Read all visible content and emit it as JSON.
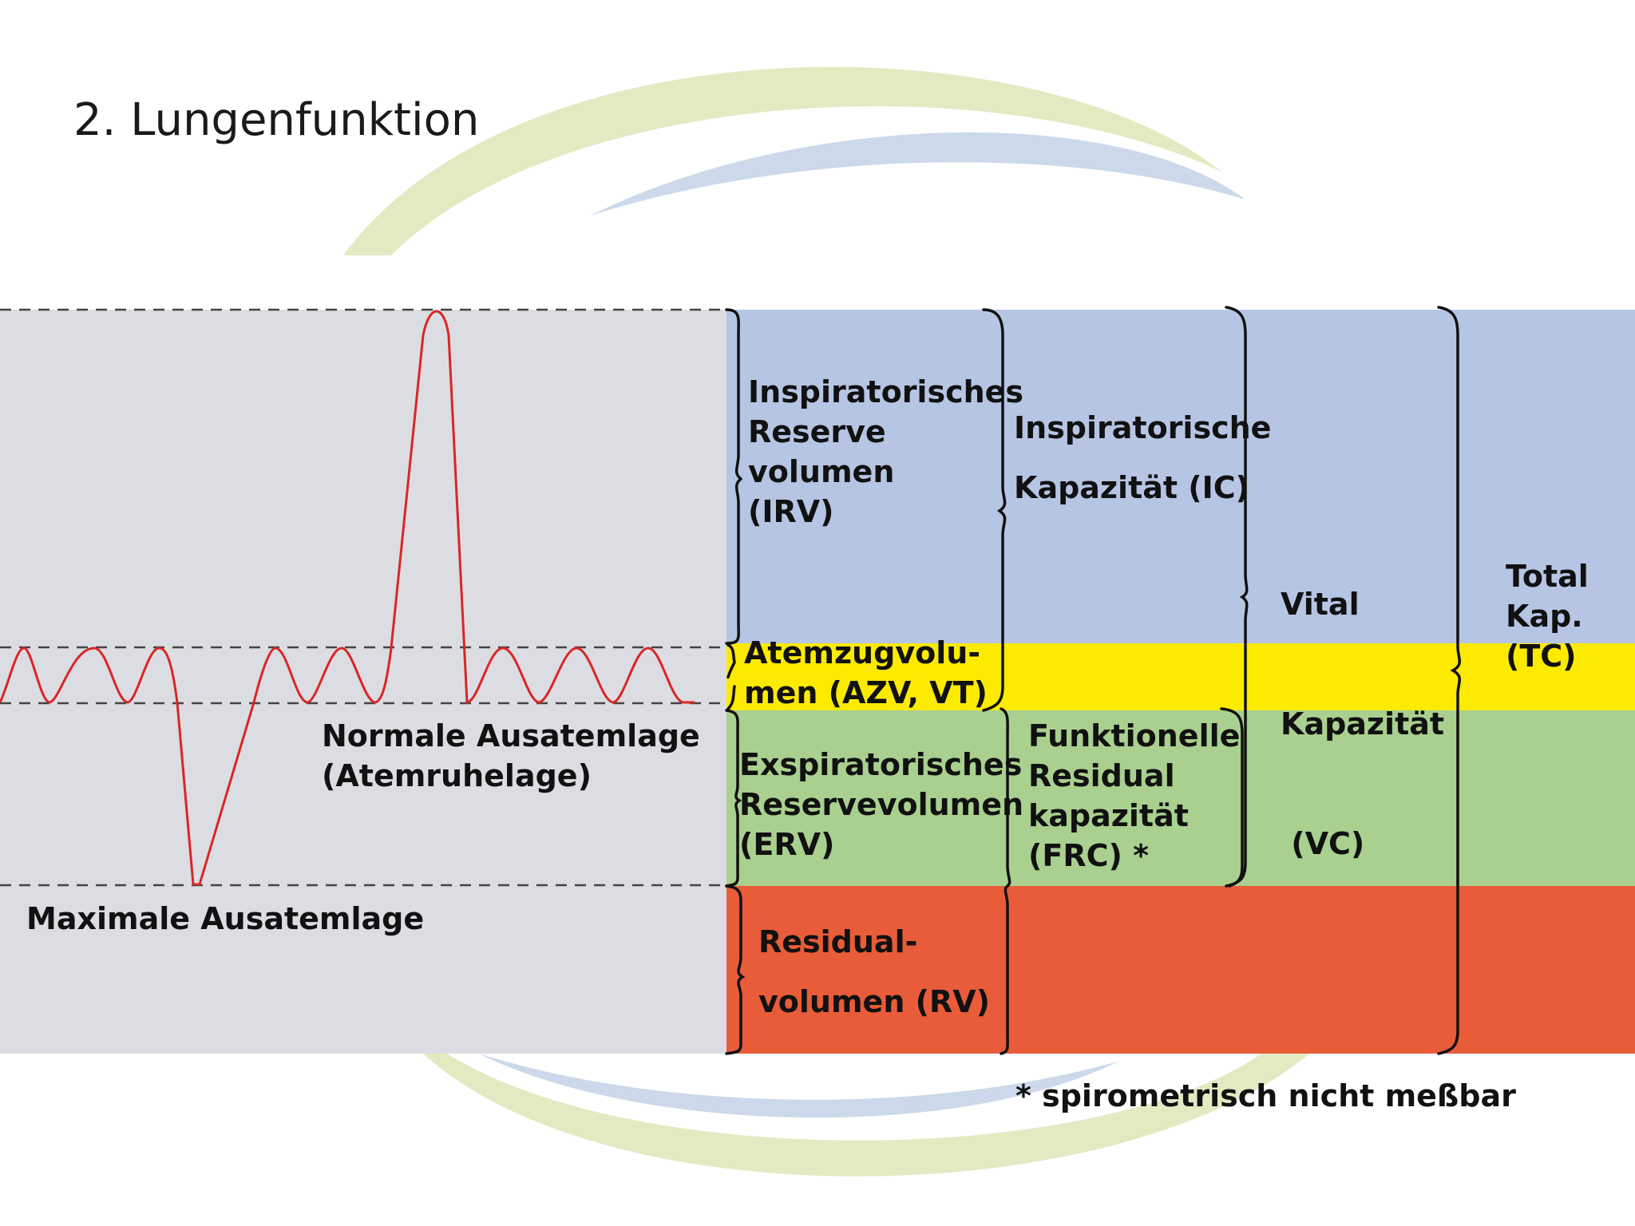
{
  "slide": {
    "title": "2. Lungenfunktion"
  },
  "colors": {
    "irv": "#b7c5e4",
    "tidal": "#fcea00",
    "erv": "#a9d08f",
    "residual": "#e85c39",
    "graph_bg": "#dcdde2",
    "trace": "#d92626",
    "logo_green": "#e2eac2",
    "logo_blue": "#cbd9ea"
  },
  "graph": {
    "normal_exp": {
      "line1": "Normale Ausatemlage",
      "line2": "(Atemruhelage)"
    },
    "max_exp": "Maximale Ausatemlage"
  },
  "volumes": {
    "irv": {
      "line1": "Inspiratorisches",
      "line2": "Reserve",
      "line3": "volumen",
      "line4": "(IRV)"
    },
    "tidal": {
      "line1": "Atemzugvolu-",
      "line2": "men (AZV, VT)"
    },
    "erv": {
      "line1": "Exspiratorisches",
      "line2": "Reservevolumen",
      "line3": "(ERV)"
    },
    "rv": {
      "line1": "Residual-",
      "line2": "volumen (RV)"
    }
  },
  "capacities": {
    "ic": {
      "line1": "Inspiratorische",
      "line2": "Kapazität (IC)"
    },
    "frc": {
      "line1": "Funktionelle",
      "line2": "Residual",
      "line3": "kapazität",
      "line4": "(FRC) *"
    },
    "vc": {
      "line1": "Vital",
      "line2": "Kapazität",
      "line3": " (VC)"
    },
    "tc": {
      "line1": "Total",
      "line2": "Kap.",
      "line3": "(TC)"
    }
  },
  "footnote": "* spirometrisch nicht meßbar"
}
